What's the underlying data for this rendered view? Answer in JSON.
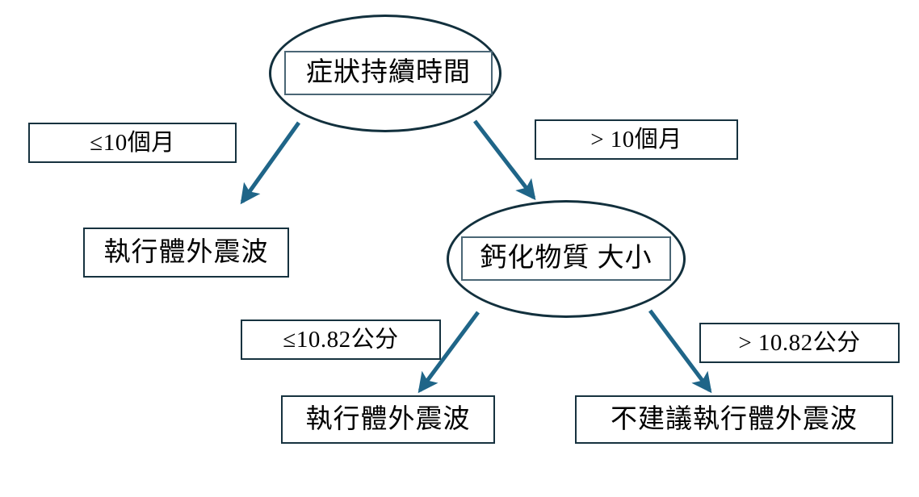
{
  "diagram": {
    "type": "decision-tree",
    "title": "",
    "colors": {
      "edge": "#1f6588",
      "node_border": "#12303d",
      "box_border": "#16323f",
      "inner_box_border": "#4a6675",
      "background": "#ffffff",
      "text": "#000000"
    },
    "nodes": [
      {
        "id": "root",
        "kind": "decision",
        "label": "症狀持續時間"
      },
      {
        "id": "calc",
        "kind": "decision",
        "label": "鈣化物質 大小"
      }
    ],
    "leaves": [
      {
        "id": "eswt-left",
        "label": "執行體外震波"
      },
      {
        "id": "eswt-bottom",
        "label": "執行體外震波"
      },
      {
        "id": "no-eswt",
        "label": "不建議執行體外震波"
      }
    ],
    "edge_labels": [
      {
        "id": "duration-le",
        "label": "≤10個月"
      },
      {
        "id": "duration-gt",
        "label": "> 10個月"
      },
      {
        "id": "size-le",
        "label": "≤10.82公分"
      },
      {
        "id": "size-gt",
        "label": "> 10.82公分"
      }
    ],
    "edges": [
      {
        "from": "root",
        "to": "eswt-left",
        "condition": "≤10個月"
      },
      {
        "from": "root",
        "to": "calc",
        "condition": "> 10個月"
      },
      {
        "from": "calc",
        "to": "eswt-bottom",
        "condition": "≤10.82公分"
      },
      {
        "from": "calc",
        "to": "no-eswt",
        "condition": "> 10.82公分"
      }
    ]
  }
}
